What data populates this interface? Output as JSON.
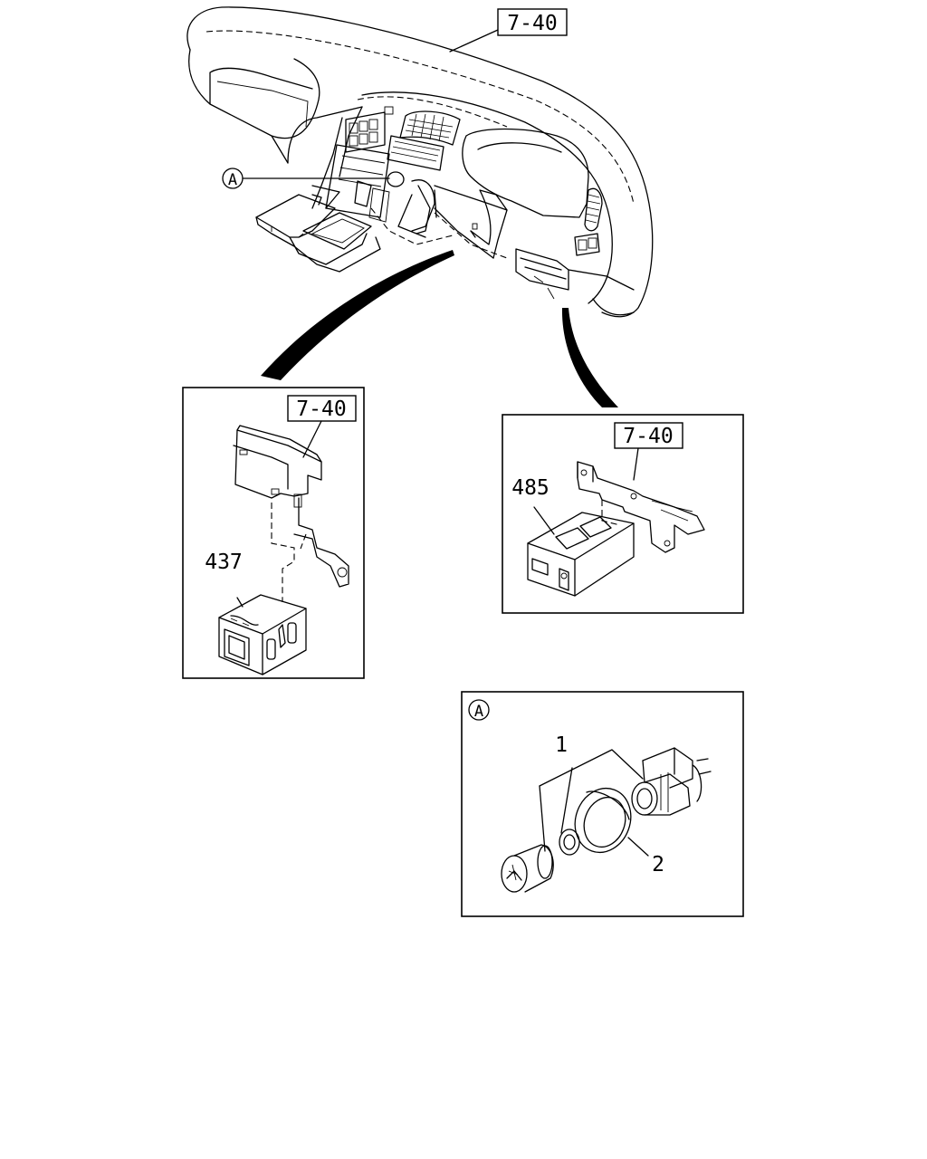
{
  "diagram": {
    "refs": {
      "main": "7-40",
      "left_detail": "7-40",
      "right_detail": "7-40"
    },
    "callouts": {
      "detail_a_marker": "A",
      "detail_a_title": "A",
      "part_437": "437",
      "part_485": "485",
      "part_1": "1",
      "part_2": "2"
    }
  }
}
